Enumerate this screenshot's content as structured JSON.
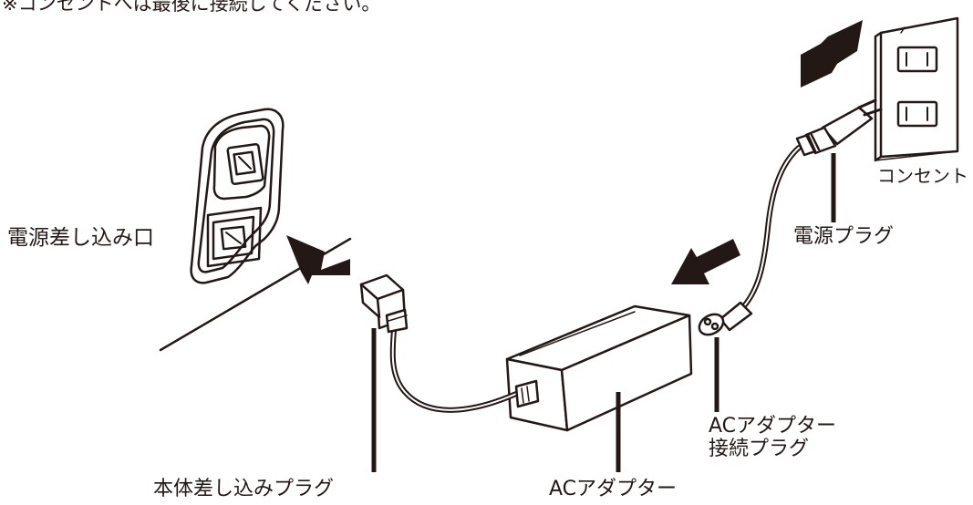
{
  "note": "※コンセントへは最後に接続してください。",
  "labels": {
    "power_socket": "電源差し込み口",
    "outlet": "コンセント",
    "power_plug": "電源プラグ",
    "ac_plug_line1": "ACアダプター",
    "ac_plug_line2": "接続プラグ",
    "body_plug": "本体差し込みプラグ",
    "ac_adapter": "ACアダプター"
  },
  "colors": {
    "line": "#231815",
    "fill": "#ffffff",
    "arrow": "#231815"
  }
}
